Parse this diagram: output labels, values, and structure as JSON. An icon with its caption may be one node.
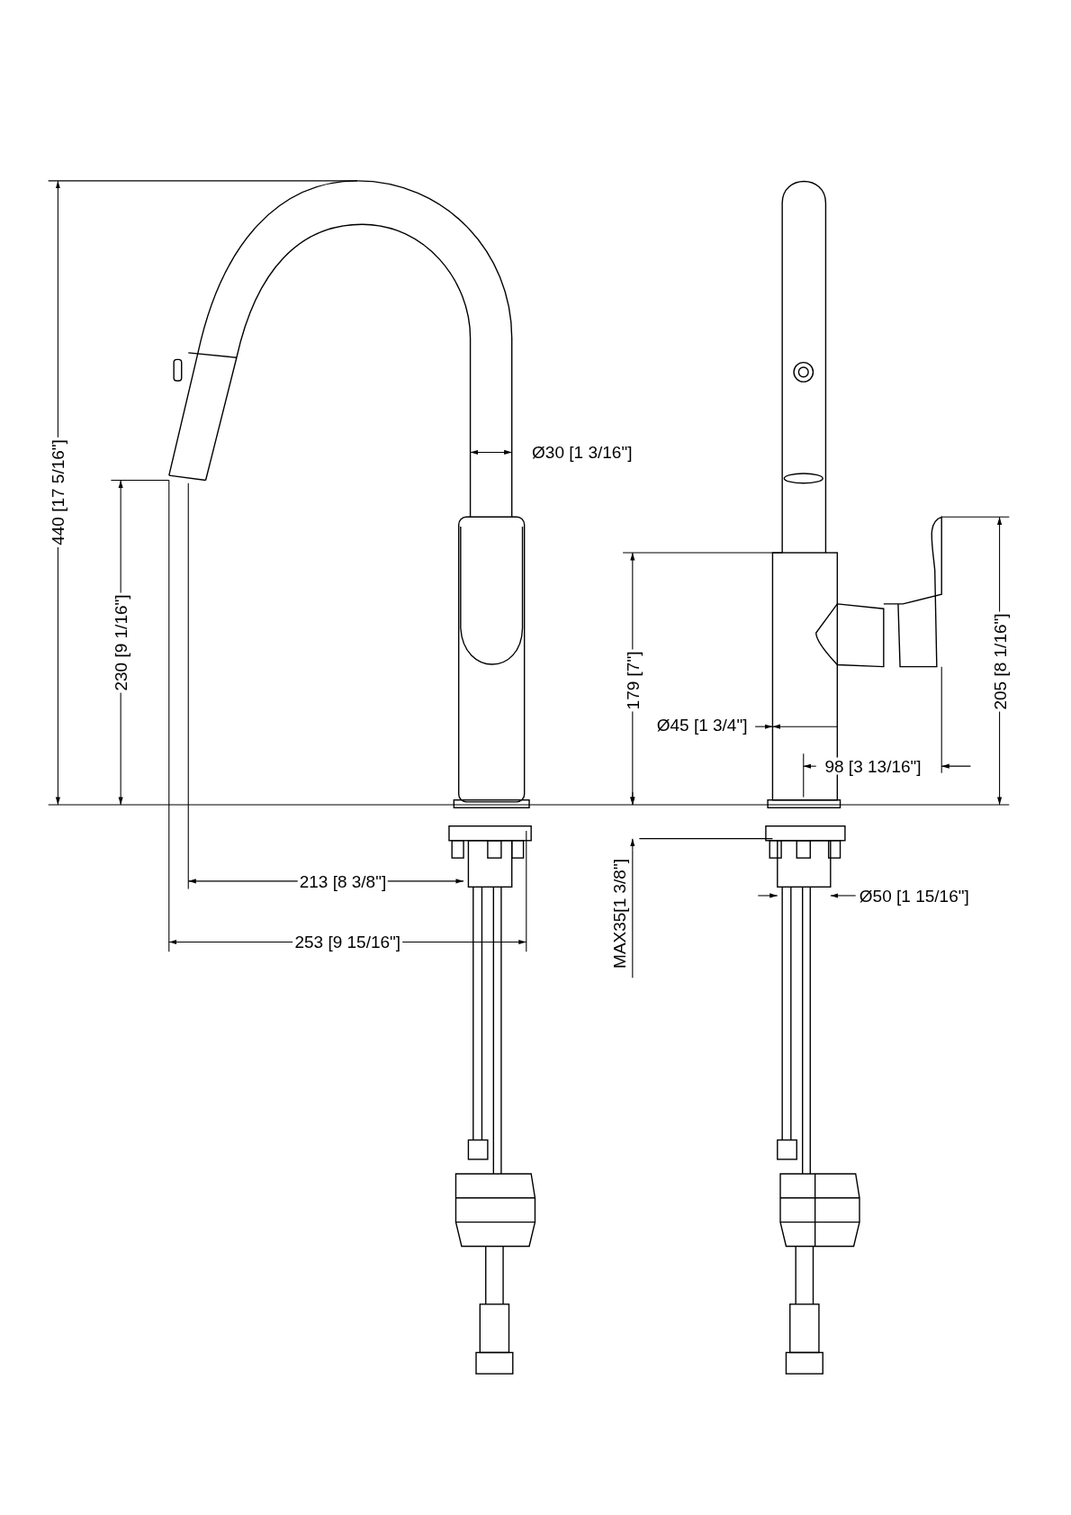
{
  "diagram": {
    "labels": [
      "440 [17 5/16\"]",
      "230 [9 1/16\"]",
      "Ø30 [1 3/16\"]",
      "213 [8 3/8\"]",
      "253 [9 15/16\"]",
      "179 [7\"]",
      "Ø45 [1 3/4\"]",
      "98 [3 13/16\"]",
      "205 [8 1/16\"]",
      "MAX35[1 3/8\"]",
      "Ø50 [1 15/16\"]"
    ]
  }
}
